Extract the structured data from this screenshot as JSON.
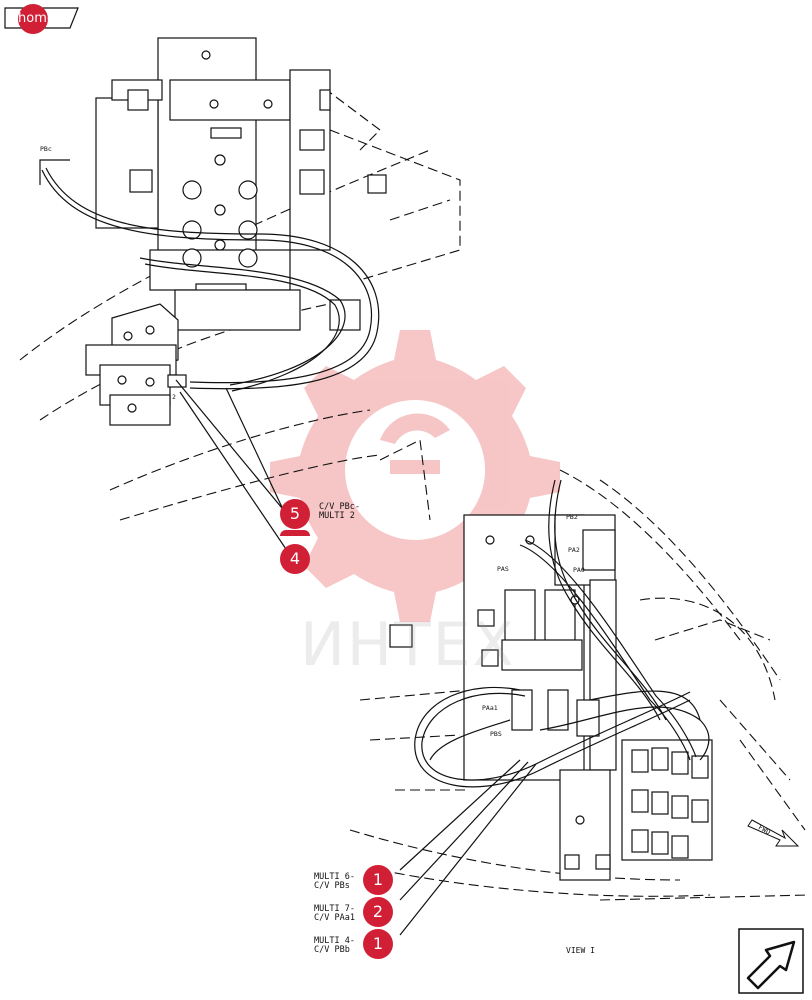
{
  "nav": {
    "home_label": "home"
  },
  "watermark": {
    "text": "ИНТЕХ"
  },
  "callouts": [
    {
      "number": "5",
      "caption": "C/V PBc-\nMULTI 2"
    },
    {
      "number": "",
      "caption": ""
    },
    {
      "number": "4",
      "caption": ""
    },
    {
      "number": "1",
      "caption": "MULTI 6-\nC/V PBs"
    },
    {
      "number": "2",
      "caption": "MULTI 7-\nC/V PAa1"
    },
    {
      "number": "1",
      "caption": "MULTI 4-\nC/V PBb"
    }
  ],
  "port_labels": {
    "pbc": "PBc",
    "pb2": "PB2",
    "pa2": "PA2",
    "pa0": "PA0",
    "pas": "PAS",
    "paa1": "PAa1",
    "pbs": "PBS",
    "num2": "2"
  },
  "view_label": "VIEW I",
  "fwd_label": "FWD",
  "colors": {
    "callout": "#d11f35",
    "watermark": "#f4b3b3",
    "line": "#111111"
  }
}
